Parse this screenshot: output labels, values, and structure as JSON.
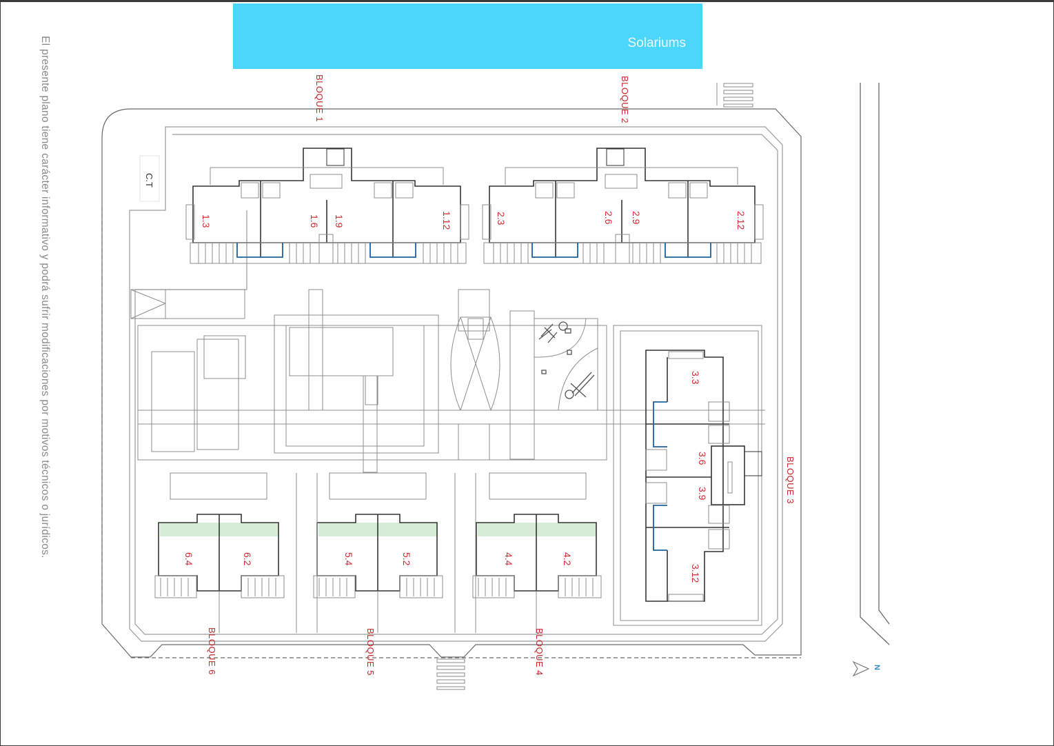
{
  "banner": {
    "label": "Solariums",
    "color": "#4dd6fb"
  },
  "disclaimer": "El presente plano tiene carácter informativo y podrá sufrir modificaciones por motivos técnicos o jurídicos.",
  "ct_label": "C.T",
  "north": {
    "label": "N",
    "color": "#2e8cc0"
  },
  "colors": {
    "unit_label": "#d02a30",
    "block_label": "#c8282d",
    "pool_line": "#1f5f9e",
    "garden": "#d6ecd6",
    "wall": "#333333",
    "line": "#8c8c8c"
  },
  "blocks": [
    {
      "id": "bloque-1",
      "label": "BLOQUE 1",
      "units": [
        "1.3",
        "1.6",
        "1.9",
        "1.12"
      ]
    },
    {
      "id": "bloque-2",
      "label": "BLOQUE 2",
      "units": [
        "2.3",
        "2.6",
        "2.9",
        "2.12"
      ]
    },
    {
      "id": "bloque-3",
      "label": "BLOQUE 3",
      "units": [
        "3.3",
        "3.6",
        "3.9",
        "3.12"
      ]
    },
    {
      "id": "bloque-4",
      "label": "BLOQUE 4",
      "units": [
        "4.4",
        "4.2"
      ]
    },
    {
      "id": "bloque-5",
      "label": "BLOQUE 5",
      "units": [
        "5.4",
        "5.2"
      ]
    },
    {
      "id": "bloque-6",
      "label": "BLOQUE 6",
      "units": [
        "6.4",
        "6.2"
      ]
    }
  ]
}
